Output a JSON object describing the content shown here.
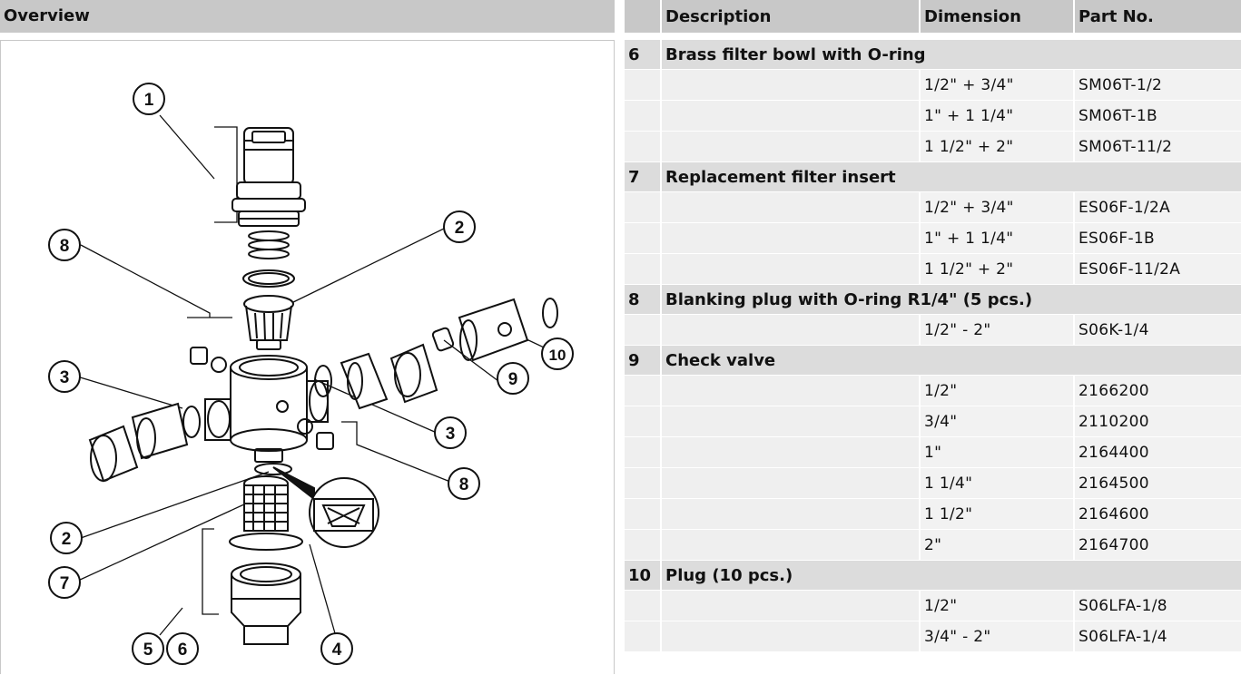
{
  "overview": {
    "title": "Overview"
  },
  "callouts": [
    "1",
    "2",
    "3",
    "4",
    "5",
    "6",
    "7",
    "8",
    "9",
    "10"
  ],
  "table": {
    "headers": {
      "num": "",
      "description": "Description",
      "dimension": "Dimension",
      "part_no": "Part No."
    },
    "groups": [
      {
        "num": "6",
        "description": "Brass filter bowl with O-ring",
        "items": [
          {
            "dimension": "1/2\" + 3/4\"",
            "part_no": "SM06T-1/2"
          },
          {
            "dimension": "1\" + 1 1/4\"",
            "part_no": "SM06T-1B"
          },
          {
            "dimension": "1 1/2\" + 2\"",
            "part_no": "SM06T-11/2"
          }
        ]
      },
      {
        "num": "7",
        "description": "Replacement filter insert",
        "items": [
          {
            "dimension": "1/2\" + 3/4\"",
            "part_no": "ES06F-1/2A"
          },
          {
            "dimension": "1\" + 1 1/4\"",
            "part_no": "ES06F-1B"
          },
          {
            "dimension": "1 1/2\" + 2\"",
            "part_no": "ES06F-11/2A"
          }
        ]
      },
      {
        "num": "8",
        "description": "Blanking plug with O-ring R1/4\" (5 pcs.)",
        "items": [
          {
            "dimension": "1/2\" - 2\"",
            "part_no": "S06K-1/4"
          }
        ]
      },
      {
        "num": "9",
        "description": "Check valve",
        "items": [
          {
            "dimension": "1/2\"",
            "part_no": "2166200"
          },
          {
            "dimension": "3/4\"",
            "part_no": "2110200"
          },
          {
            "dimension": "1\"",
            "part_no": "2164400"
          },
          {
            "dimension": "1 1/4\"",
            "part_no": "2164500"
          },
          {
            "dimension": "1 1/2\"",
            "part_no": "2164600"
          },
          {
            "dimension": "2\"",
            "part_no": "2164700"
          }
        ]
      },
      {
        "num": "10",
        "description": "Plug (10 pcs.)",
        "items": [
          {
            "dimension": "1/2\"",
            "part_no": "S06LFA-1/8"
          },
          {
            "dimension": "3/4\" - 2\"",
            "part_no": "S06LFA-1/4"
          }
        ]
      }
    ]
  }
}
